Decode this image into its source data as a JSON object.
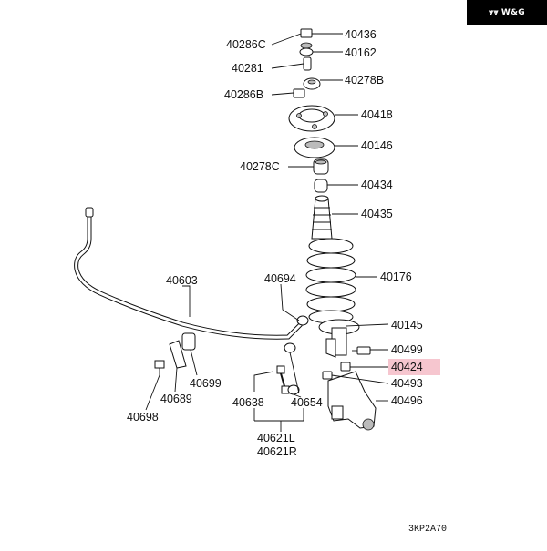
{
  "brand": {
    "text": "W&G",
    "mark": "wing-logo-icon"
  },
  "diagram_code": "3KP2A70",
  "highlight_color": "#f6c6cf",
  "labels": {
    "p40436": "40436",
    "p40162": "40162",
    "p40278B": "40278B",
    "p40418": "40418",
    "p40146": "40146",
    "p40434": "40434",
    "p40435": "40435",
    "p40176": "40176",
    "p40145": "40145",
    "p40499": "40499",
    "p40424": "40424",
    "p40493": "40493",
    "p40496": "40496",
    "p40286C": "40286C",
    "p40281": "40281",
    "p40286B": "40286B",
    "p40278C": "40278C",
    "p40603": "40603",
    "p40694": "40694",
    "p40699": "40699",
    "p40689": "40689",
    "p40698": "40698",
    "p40638": "40638",
    "p40654": "40654",
    "p40621L": "40621L",
    "p40621R": "40621R"
  }
}
